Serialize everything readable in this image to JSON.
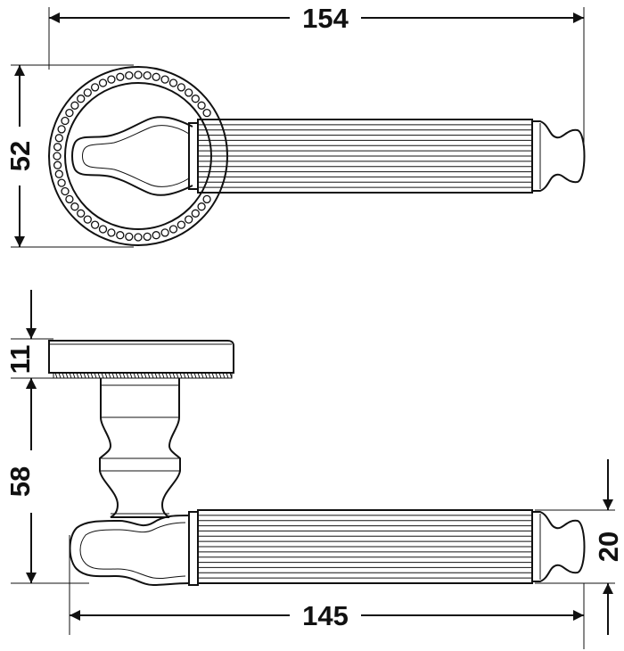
{
  "dimensions": {
    "top_width": "154",
    "top_height": "52",
    "rose_thickness": "11",
    "projection": "58",
    "lever_length": "145",
    "grip_diameter": "20"
  },
  "colors": {
    "ink": "#111111",
    "background": "#ffffff"
  }
}
